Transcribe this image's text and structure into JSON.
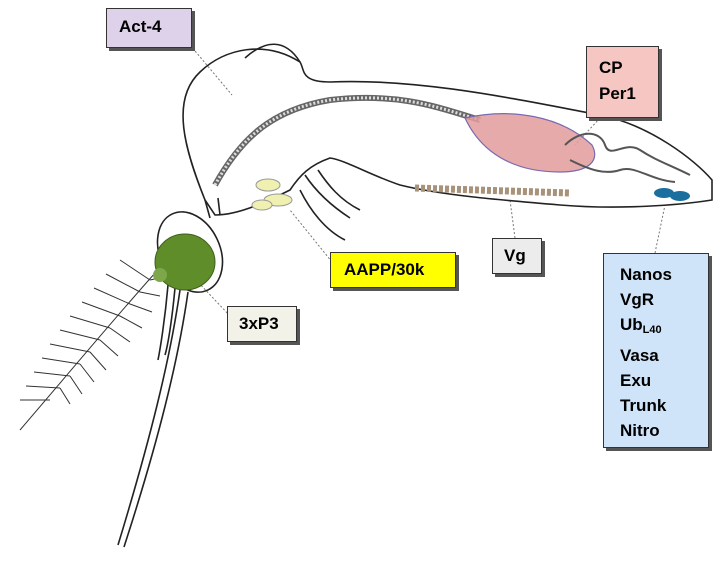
{
  "labels": {
    "act4": "Act-4",
    "cp": "CP",
    "per1": "Per1",
    "aapp": "AAPP/30k",
    "vg": "Vg",
    "three_xp3": "3xP3",
    "genes": {
      "nanos": "Nanos",
      "vgr": "VgR",
      "ub_main": "Ub",
      "ub_sub": "L40",
      "vasa": "Vasa",
      "exu": "Exu",
      "trunk": "Trunk",
      "nitro": "Nitro"
    }
  },
  "colors": {
    "act4_fill": "#ddd2ea",
    "cp_fill": "#f5c6c2",
    "aapp_fill": "#ffff00",
    "vg_fill": "#ececec",
    "three_xp3_fill": "#f2f2e8",
    "genes_fill": "#cfe4f8",
    "midgut_fill": "#e39b9b",
    "eye_fill": "#5e8d2a",
    "ovary_fill": "#1a6f9e",
    "salivary_fill": "#f0f0b0"
  }
}
